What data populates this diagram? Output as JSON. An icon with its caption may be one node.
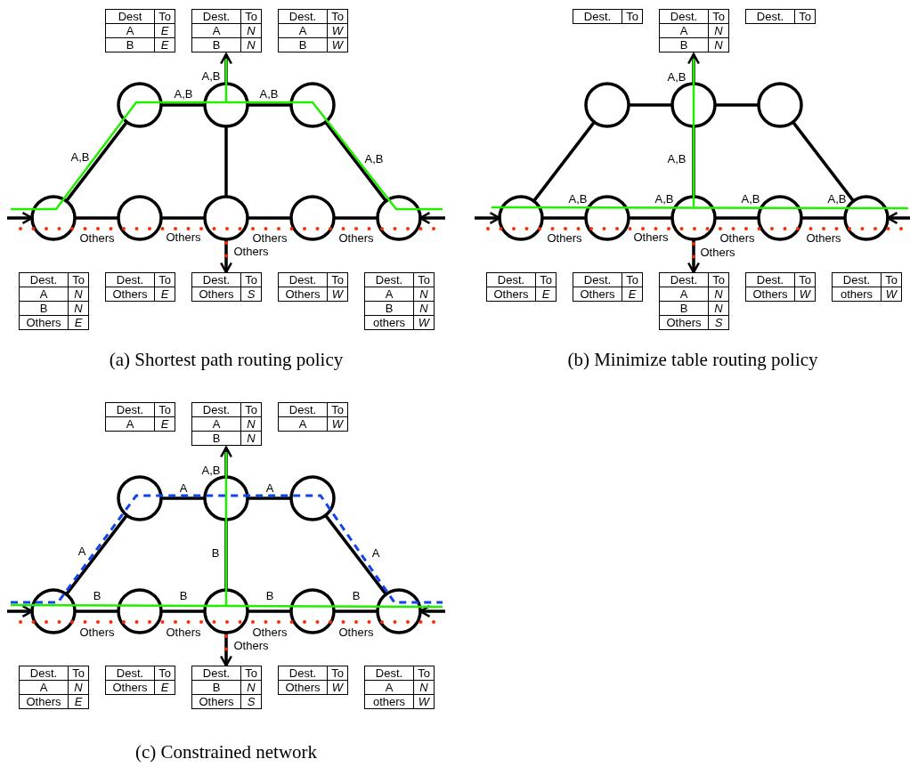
{
  "diagram": {
    "nodes": [
      {
        "text": [
          "Dest",
          "To",
          "A",
          "E",
          "B",
          "E"
        ]
      },
      {
        "text": [
          "Dest.",
          "To",
          "A",
          "N",
          "B",
          "N"
        ]
      },
      {
        "text": [
          "Dest.",
          "To",
          "A",
          "W",
          "B",
          "W"
        ]
      },
      {
        "text": [],
        "shape": "circle"
      },
      {
        "text": [],
        "shape": "circle"
      },
      {
        "text": [],
        "shape": "circle"
      },
      {
        "text": [],
        "shape": "circle"
      },
      {
        "text": [],
        "shape": "circle"
      },
      {
        "text": [],
        "shape": "circle"
      },
      {
        "text": [],
        "shape": "circle"
      },
      {
        "text": [],
        "shape": "circle"
      },
      {
        "text": [
          "Dest.",
          "To",
          "A",
          "N",
          "B",
          "N",
          "Others",
          "E"
        ]
      },
      {
        "text": [
          "Dest.",
          "To",
          "Others",
          "E"
        ]
      },
      {
        "text": [
          "Dest.",
          "To",
          "Others",
          "S"
        ]
      },
      {
        "text": [
          "Dest.",
          "To",
          "Others",
          "W"
        ]
      },
      {
        "text": [
          "Dest.",
          "To",
          "A",
          "N",
          "B",
          "N",
          "others",
          "W"
        ]
      },
      {
        "text": [
          "Dest.",
          "To"
        ]
      },
      {
        "text": [
          "Dest.",
          "To",
          "A",
          "N",
          "B",
          "N"
        ]
      },
      {
        "text": [
          "Dest.",
          "To"
        ]
      },
      {
        "text": [],
        "shape": "circle"
      },
      {
        "text": [],
        "shape": "circle"
      },
      {
        "text": [],
        "shape": "circle"
      },
      {
        "text": [],
        "shape": "circle"
      },
      {
        "text": [],
        "shape": "circle"
      },
      {
        "text": [],
        "shape": "circle"
      },
      {
        "text": [],
        "shape": "circle"
      },
      {
        "text": [],
        "shape": "circle"
      },
      {
        "text": [
          "Dest.",
          "To",
          "Others",
          "E"
        ]
      },
      {
        "text": [
          "Dest.",
          "To",
          "Others",
          "E"
        ]
      },
      {
        "text": [
          "Dest.",
          "To",
          "A",
          "N",
          "B",
          "N",
          "Others",
          "S"
        ]
      },
      {
        "text": [
          "Dest.",
          "To",
          "Others",
          "W"
        ]
      },
      {
        "text": [
          "Dest.",
          "To",
          "others",
          "W"
        ]
      },
      {
        "text": [
          "Dest.",
          "To",
          "A",
          "E"
        ]
      },
      {
        "text": [
          "Dest.",
          "To",
          "A",
          "N",
          "B",
          "N"
        ]
      },
      {
        "text": [
          "Dest.",
          "To",
          "A",
          "W"
        ]
      },
      {
        "text": [],
        "shape": "circle"
      },
      {
        "text": [],
        "shape": "circle"
      },
      {
        "text": [],
        "shape": "circle"
      },
      {
        "text": [],
        "shape": "circle"
      },
      {
        "text": [],
        "shape": "circle"
      },
      {
        "text": [],
        "shape": "circle"
      },
      {
        "text": [],
        "shape": "circle"
      },
      {
        "text": [],
        "shape": "circle"
      },
      {
        "text": [
          "Dest.",
          "To",
          "A",
          "N",
          "Others",
          "E"
        ]
      },
      {
        "text": [
          "Dest.",
          "To",
          "Others",
          "E"
        ]
      },
      {
        "text": [
          "Dest.",
          "To",
          "B",
          "N",
          "Others",
          "S"
        ]
      },
      {
        "text": [
          "Dest.",
          "To",
          "Others",
          "W"
        ]
      },
      {
        "text": [
          "Dest.",
          "To",
          "A",
          "N",
          "others",
          "W"
        ]
      }
    ],
    "edges": [
      {
        "from": 3,
        "to": 4,
        "arrow": "none"
      },
      {
        "from": 4,
        "to": 5,
        "arrow": "none"
      },
      {
        "from": 3,
        "to": 6,
        "arrow": "none"
      },
      {
        "from": 4,
        "to": 8,
        "arrow": "none"
      },
      {
        "from": 5,
        "to": 10,
        "arrow": "none"
      },
      {
        "from": 6,
        "to": 7,
        "arrow": "none"
      },
      {
        "from": 7,
        "to": 8,
        "arrow": "none"
      },
      {
        "from": 8,
        "to": 9,
        "arrow": "none"
      },
      {
        "from": 9,
        "to": 10,
        "arrow": "none"
      },
      {
        "from": null,
        "to": 6,
        "arrow": "to"
      },
      {
        "from": null,
        "to": 10,
        "arrow": "to"
      },
      {
        "from": 4,
        "to": 1,
        "arrow": "to"
      },
      {
        "from": 8,
        "to": 13,
        "arrow": "to"
      },
      {
        "from": 19,
        "to": 20,
        "arrow": "none"
      },
      {
        "from": 20,
        "to": 21,
        "arrow": "none"
      },
      {
        "from": 19,
        "to": 22,
        "arrow": "none"
      },
      {
        "from": 20,
        "to": 24,
        "arrow": "none"
      },
      {
        "from": 21,
        "to": 26,
        "arrow": "none"
      },
      {
        "from": 22,
        "to": 23,
        "arrow": "none"
      },
      {
        "from": 23,
        "to": 24,
        "arrow": "none"
      },
      {
        "from": 24,
        "to": 25,
        "arrow": "none"
      },
      {
        "from": 25,
        "to": 26,
        "arrow": "none"
      },
      {
        "from": null,
        "to": 22,
        "arrow": "to"
      },
      {
        "from": null,
        "to": 26,
        "arrow": "to"
      },
      {
        "from": 20,
        "to": 17,
        "arrow": "to"
      },
      {
        "from": 24,
        "to": 29,
        "arrow": "to"
      },
      {
        "from": 35,
        "to": 36,
        "arrow": "none"
      },
      {
        "from": 36,
        "to": 37,
        "arrow": "none"
      },
      {
        "from": 35,
        "to": 38,
        "arrow": "none"
      },
      {
        "from": 36,
        "to": 40,
        "arrow": "none"
      },
      {
        "from": 37,
        "to": 42,
        "arrow": "none"
      },
      {
        "from": 38,
        "to": 39,
        "arrow": "none"
      },
      {
        "from": 39,
        "to": 40,
        "arrow": "none"
      },
      {
        "from": 40,
        "to": 41,
        "arrow": "none"
      },
      {
        "from": 41,
        "to": 42,
        "arrow": "none"
      },
      {
        "from": null,
        "to": 38,
        "arrow": "to"
      },
      {
        "from": null,
        "to": 42,
        "arrow": "to"
      },
      {
        "from": 36,
        "to": 33,
        "arrow": "to"
      },
      {
        "from": 40,
        "to": 45,
        "arrow": "to"
      }
    ],
    "labels": [
      "A,B",
      "A,B",
      "A,B",
      "A,B",
      "A,B",
      "Others",
      "Others",
      "Others",
      "Others",
      "Others",
      "(a) Shortest path routing policy",
      "A,B",
      "A,B",
      "A,B",
      "A,B",
      "A,B",
      "A,B",
      "Others",
      "Others",
      "Others",
      "Others",
      "Others",
      "(b) Minimize table routing policy",
      "A,B",
      "A",
      "A",
      "A",
      "B",
      "A",
      "B",
      "B",
      "B",
      "B",
      "Others",
      "Others",
      "Others",
      "Others",
      "Others",
      "(c) Constrained network"
    ]
  }
}
